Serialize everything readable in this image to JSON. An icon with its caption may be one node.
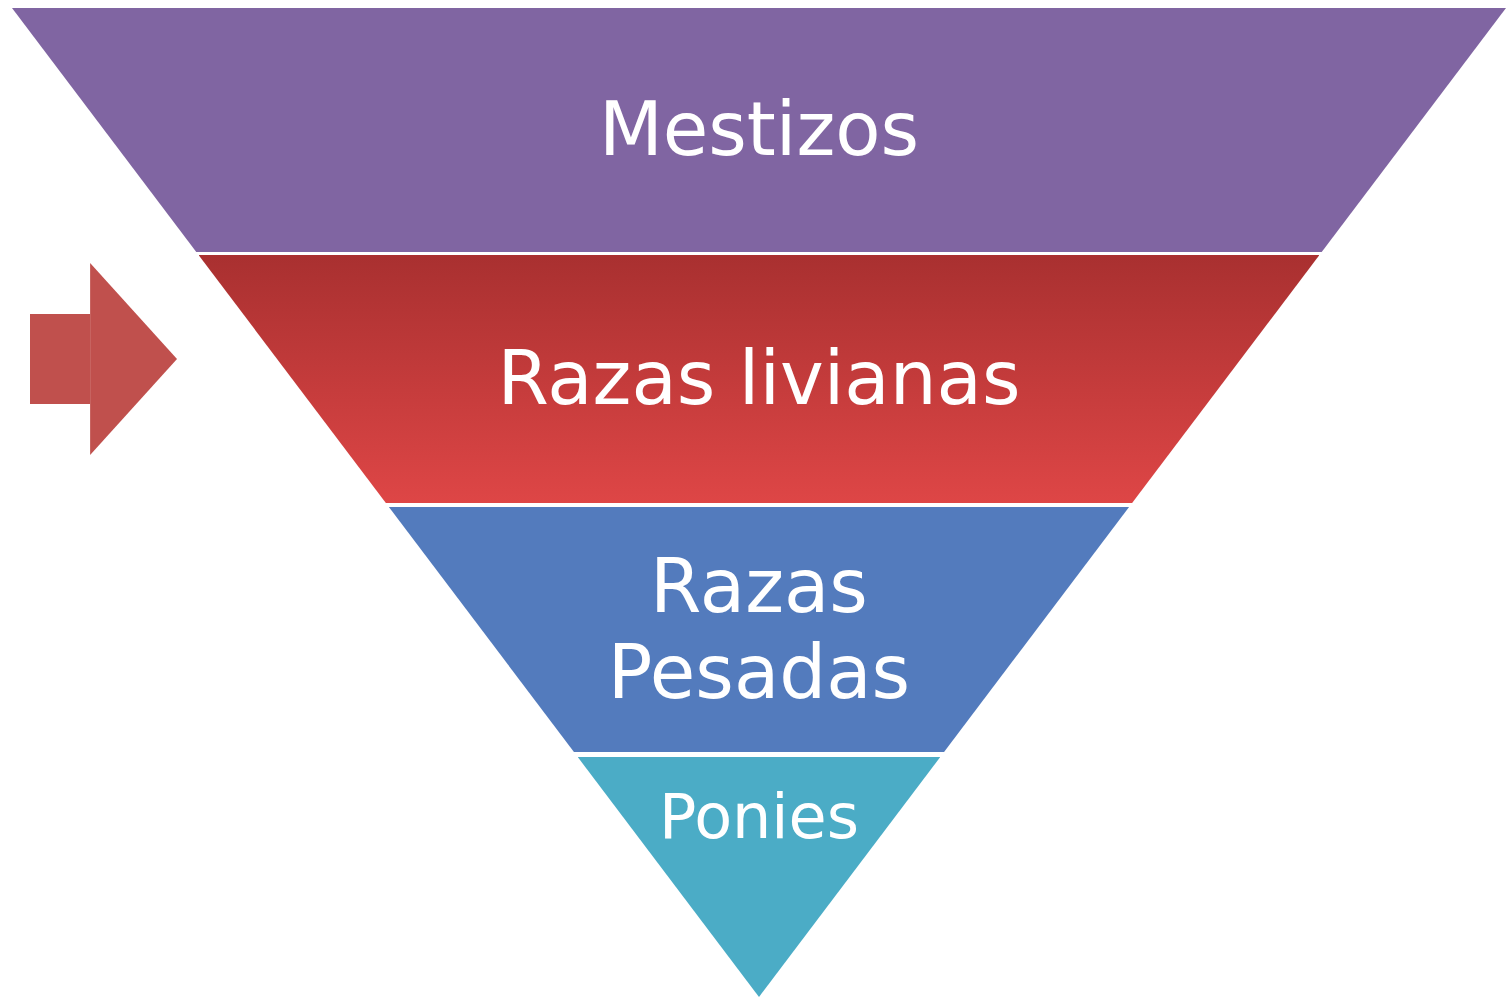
{
  "diagram": {
    "nodes": [
      {
        "text": [
          "Mestizos"
        ]
      },
      {
        "text": [
          "Razas livianas"
        ]
      },
      {
        "text": [
          "Razas Pesadas"
        ]
      },
      {
        "text": [
          "Ponies"
        ]
      }
    ],
    "edges": [
      {
        "from": null,
        "to": 1,
        "arrow": "to"
      }
    ]
  }
}
